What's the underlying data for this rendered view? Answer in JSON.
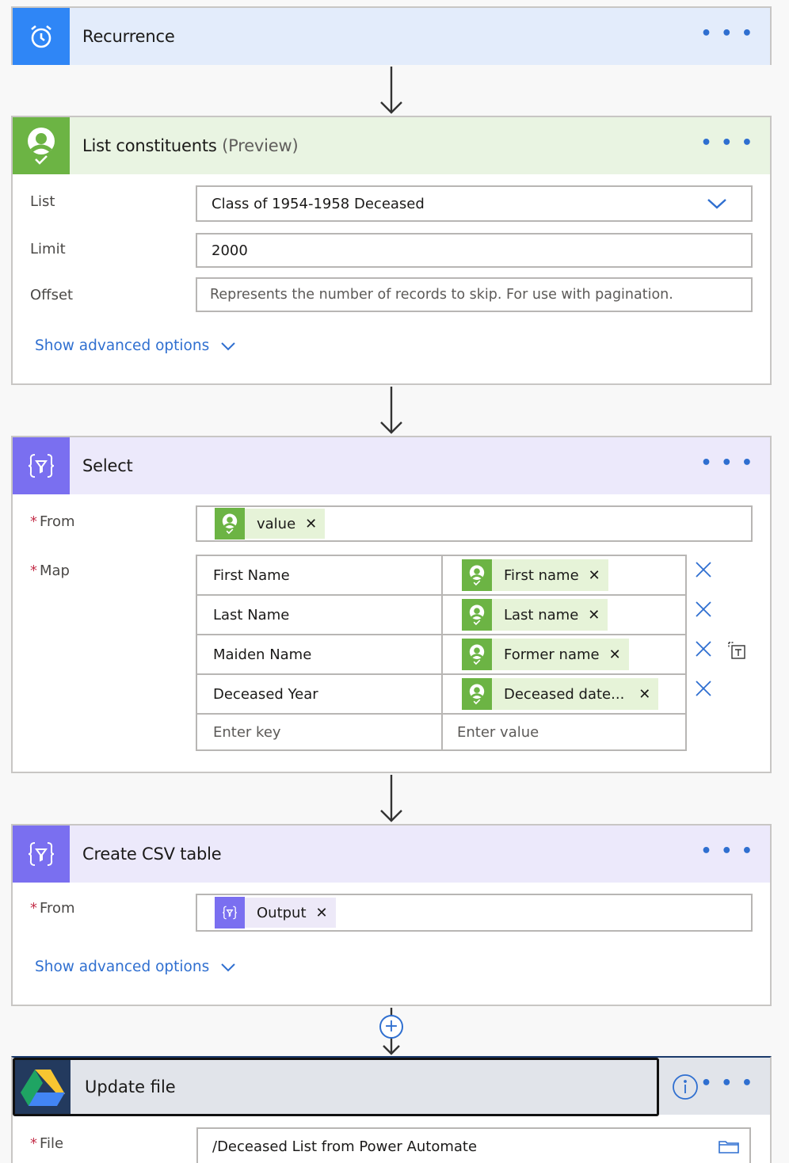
{
  "recurrence": {
    "title": "Recurrence"
  },
  "list_constituents": {
    "title": "List constituents",
    "preview": "(Preview)",
    "list_label": "List",
    "list_value": "Class of 1954-1958 Deceased",
    "limit_label": "Limit",
    "limit_value": "2000",
    "offset_label": "Offset",
    "offset_placeholder": "Represents the number of records to skip. For use with pagination.",
    "advanced": "Show advanced options"
  },
  "select": {
    "title": "Select",
    "from_label": "From",
    "from_token": "value",
    "map_label": "Map",
    "map_rows": [
      {
        "key": "First Name",
        "value": "First name"
      },
      {
        "key": "Last Name",
        "value": "Last name"
      },
      {
        "key": "Maiden Name",
        "value": "Former name"
      },
      {
        "key": "Deceased Year",
        "value": "Deceased date..."
      }
    ],
    "key_placeholder": "Enter key",
    "value_placeholder": "Enter value"
  },
  "csv": {
    "title": "Create CSV table",
    "from_label": "From",
    "from_token": "Output",
    "advanced": "Show advanced options"
  },
  "update_file": {
    "title": "Update file",
    "file_label": "File",
    "file_value": "/Deceased List from Power Automate"
  },
  "required_marker": "*",
  "more_glyph": "• • •",
  "remove_glyph": "✕",
  "add_glyph": "+",
  "colors": {
    "recurrence_accent": "#2f86f6",
    "recurrence_header": "#e3ecfb",
    "constituents_accent": "#6cb444",
    "constituents_header": "#e9f4e2",
    "select_accent": "#7a6ff0",
    "select_header": "#ece9fb",
    "link_blue": "#2f6fd0",
    "drive_header": "#e1e4ea",
    "drive_icon_bg": "#233a5e"
  }
}
